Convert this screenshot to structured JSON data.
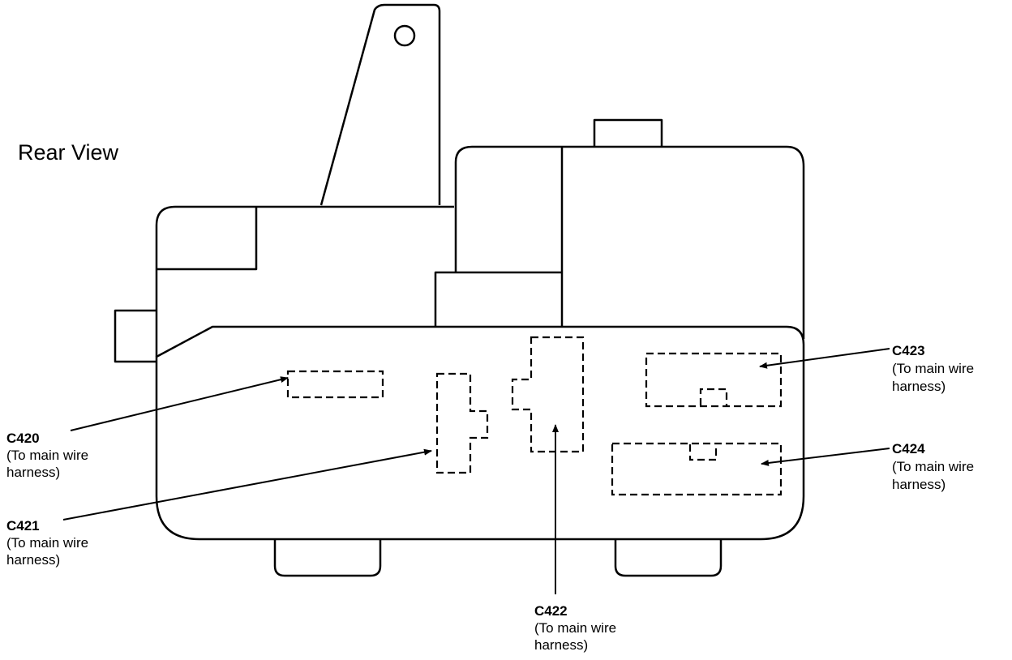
{
  "view_title": "Rear View",
  "connectors": [
    {
      "id": "c420",
      "code": "C420",
      "line1": "(To main wire",
      "line2": "harness)"
    },
    {
      "id": "c421",
      "code": "C421",
      "line1": "(To main wire",
      "line2": "harness)"
    },
    {
      "id": "c422",
      "code": "C422",
      "line1": "(To main wire",
      "line2": "harness)"
    },
    {
      "id": "c423",
      "code": "C423",
      "line1": "(To main wire",
      "line2": "harness)"
    },
    {
      "id": "c424",
      "code": "C424",
      "line1": "(To main wire",
      "line2": "harness)"
    }
  ],
  "colors": {
    "ink": "#000000",
    "background": "#ffffff"
  }
}
